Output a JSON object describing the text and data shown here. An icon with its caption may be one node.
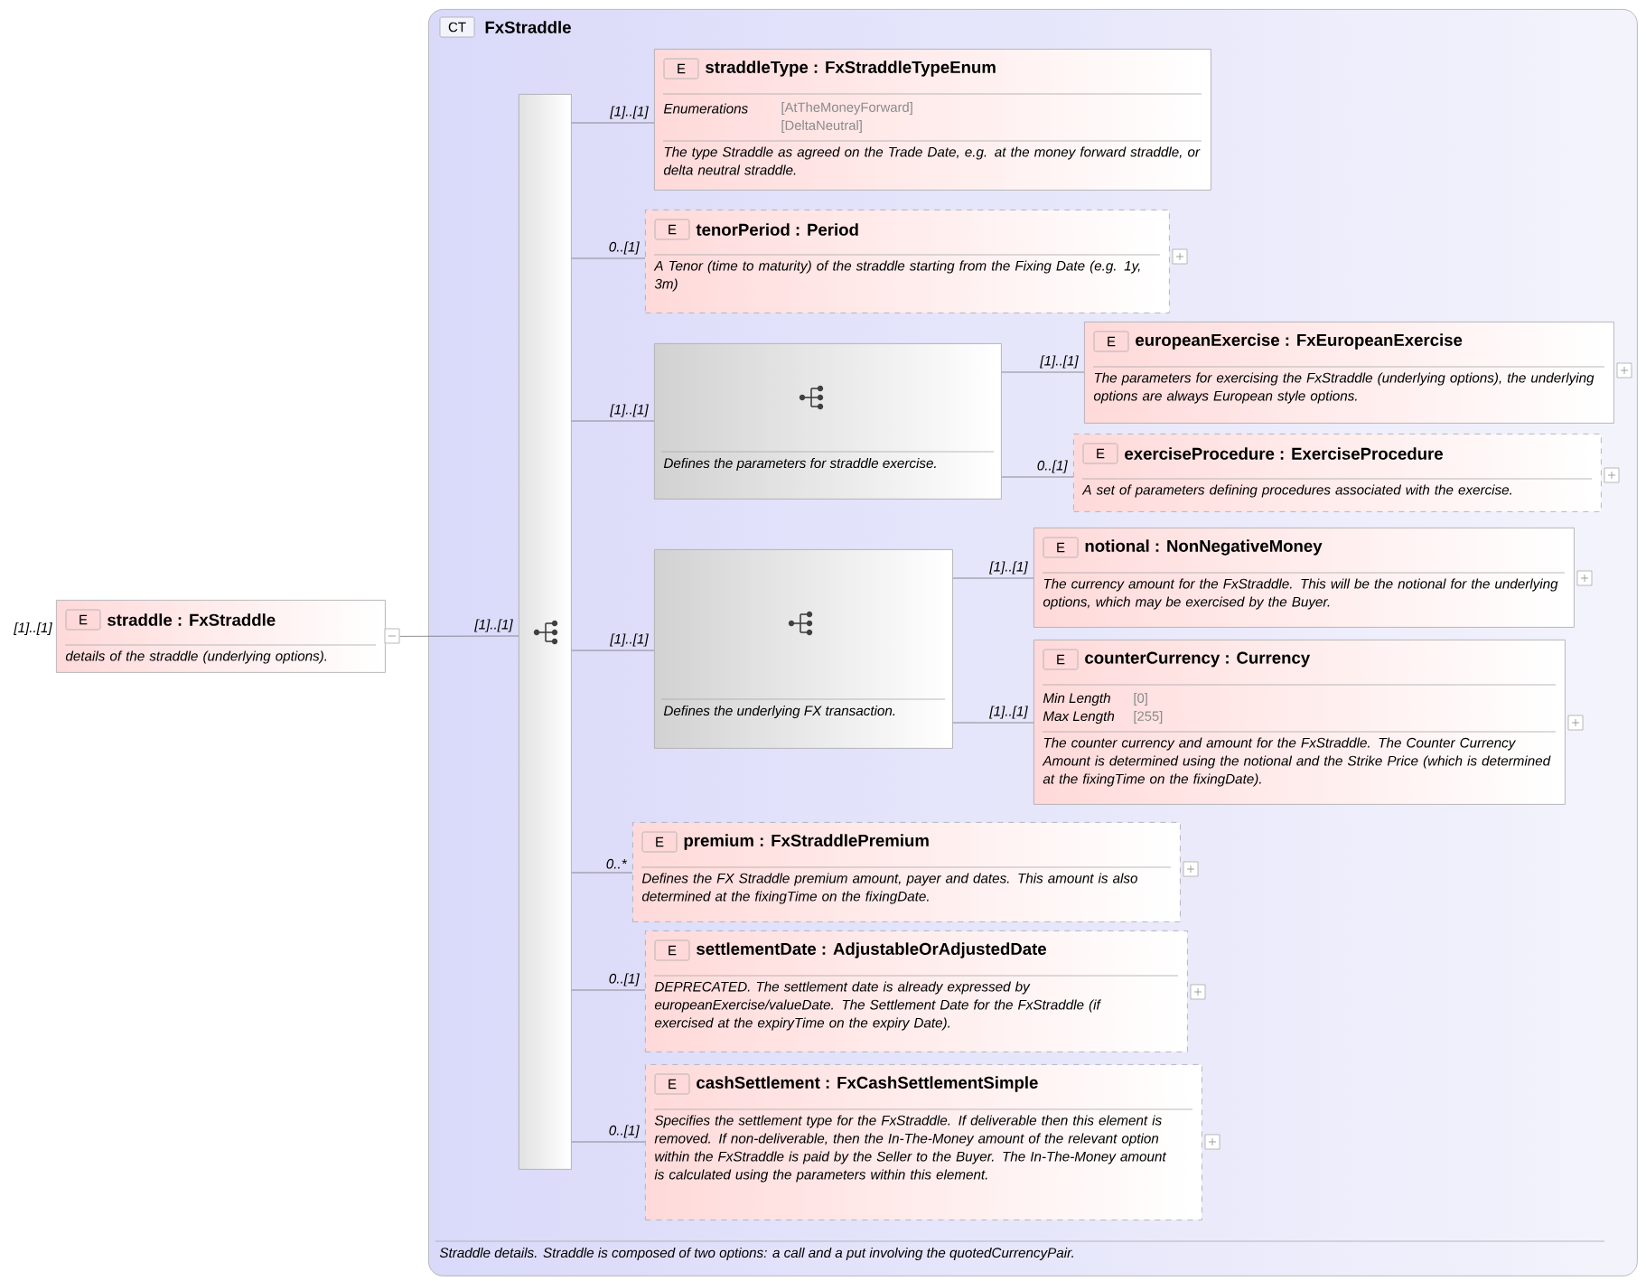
{
  "diagram": {
    "nodes": [
      {
        "text": [
          "E",
          "straddle : FxStraddle",
          "details of the straddle (underlying options)."
        ],
        "beside": [
          "[1]..[1]"
        ]
      },
      {
        "text": [
          "CT",
          "FxStraddle",
          "Straddle details. Straddle is composed of two options: a call and a put involving the quotedCurrencyPair."
        ]
      },
      {
        "text": [],
        "shape": "bar",
        "in": 1
      },
      {
        "text": [
          "E",
          "straddleType : FxStraddleTypeEnum",
          "Enumerations",
          "[AtTheMoneyForward]",
          "[DeltaNeutral]",
          "The type Straddle as agreed on the Trade Date, e.g. at the money forward straddle, or delta neutral straddle."
        ],
        "in": 1
      },
      {
        "text": [
          "E",
          "tenorPeriod : Period",
          "A Tenor (time to maturity) of the straddle starting from the Fixing Date (e.g. 1y, 3m)"
        ],
        "in": 1
      },
      {
        "text": [
          "Defines the parameters for straddle exercise."
        ],
        "in": 1
      },
      {
        "text": [
          "E",
          "europeanExercise : FxEuropeanExercise",
          "The parameters for exercising the FxStraddle (underlying options), the underlying options are always European style options."
        ],
        "in": 1
      },
      {
        "text": [
          "E",
          "exerciseProcedure : ExerciseProcedure",
          "A set of parameters defining procedures associated with the exercise."
        ],
        "in": 1
      },
      {
        "text": [
          "Defines the underlying FX transaction."
        ],
        "in": 1
      },
      {
        "text": [
          "E",
          "notional : NonNegativeMoney",
          "The currency amount for the FxStraddle. This will be the notional for the underlying options, which may be exercised by the Buyer."
        ],
        "in": 1
      },
      {
        "text": [
          "E",
          "counterCurrency : Currency",
          "Min Length",
          "[0]",
          "Max Length",
          "[255]",
          "The counter currency and amount for the FxStraddle. The Counter Currency Amount is determined using the notional and the Strike Price (which is determined at the fixingTime on the fixingDate)."
        ],
        "in": 1
      },
      {
        "text": [
          "E",
          "premium : FxStraddlePremium",
          "Defines the FX Straddle premium amount, payer and dates. This amount is also determined at the fixingTime on the fixingDate."
        ],
        "in": 1
      },
      {
        "text": [
          "E",
          "settlementDate : AdjustableOrAdjustedDate",
          "DEPRECATED. The settlement date is already expressed by europeanExercise/valueDate. The Settlement Date for the FxStraddle (if exercised at the expiryTime on the expiry Date)."
        ],
        "in": 1
      },
      {
        "text": [
          "E",
          "cashSettlement : FxCashSettlementSimple",
          "Specifies the settlement type for the FxStraddle. If deliverable then this element is removed. If non-deliverable, then the In-The-Money amount of the relevant option within the FxStraddle is paid by the Seller to the Buyer. The In-The-Money amount is calculated using the parameters within this element."
        ],
        "in": 1
      }
    ],
    "edges": [
      {
        "from": 0,
        "to": 2,
        "arrow": "none",
        "label": "[1]..[1]"
      },
      {
        "from": 2,
        "to": 3,
        "arrow": "none",
        "label": "[1]..[1]"
      },
      {
        "from": 2,
        "to": 4,
        "arrow": "none",
        "label": "0..[1]"
      },
      {
        "from": 2,
        "to": 5,
        "arrow": "none",
        "label": "[1]..[1]"
      },
      {
        "from": 5,
        "to": 6,
        "arrow": "none",
        "label": "[1]..[1]"
      },
      {
        "from": 5,
        "to": 7,
        "arrow": "none",
        "label": "0..[1]"
      },
      {
        "from": 2,
        "to": 8,
        "arrow": "none",
        "label": "[1]..[1]"
      },
      {
        "from": 8,
        "to": 9,
        "arrow": "none",
        "label": "[1]..[1]"
      },
      {
        "from": 8,
        "to": 10,
        "arrow": "none",
        "label": "[1]..[1]"
      },
      {
        "from": 2,
        "to": 11,
        "arrow": "none",
        "label": "0..*"
      },
      {
        "from": 2,
        "to": 12,
        "arrow": "none",
        "label": "0..[1]"
      },
      {
        "from": 2,
        "to": 13,
        "arrow": "none",
        "label": "0..[1]"
      }
    ]
  }
}
